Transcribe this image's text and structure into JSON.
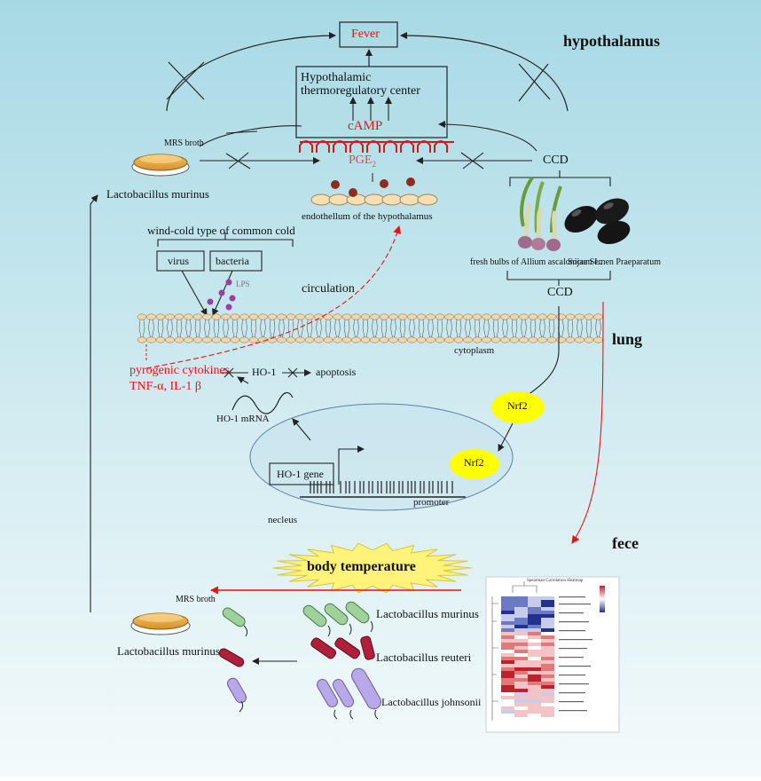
{
  "regions": {
    "hypothalamus": "hypothalamus",
    "lung": "lung",
    "fece": "fece"
  },
  "hypothalamus": {
    "fever": "Fever",
    "center_line1": "Hypothalamic",
    "center_line2": "thermoregulatory center",
    "camp": "cAMP",
    "pge_base": "PGE",
    "pge_sub": "2",
    "endothelium": "endothellum of the hypothalamus",
    "mrs_broth": "MRS broth",
    "lactobacillus": "Lactobacillus murinus",
    "ccd": "CCD"
  },
  "herbs": {
    "allium": "fresh bulbs of Allium ascalonicum L.",
    "sojae": "Sojae Semen Praeparatum",
    "ccd": "CCD"
  },
  "cold": {
    "title": "wind-cold type of common cold",
    "virus": "virus",
    "bacteria": "bacteria",
    "lps": "LPS"
  },
  "lung": {
    "circulation": "circulation",
    "cytoplasm": "cytoplasm",
    "pyrogenic": "pyrogenic cytokines",
    "cytokines": "TNF-α, IL-1 β",
    "ho1": "HO-1",
    "apoptosis": "apoptosis",
    "ho1_mrna": "HO-1 mRNA",
    "nrf2_a": "Nrf2",
    "nrf2_b": "Nrf2",
    "ho1_gene": "HO-1 gene",
    "promoter": "promoter",
    "nucleus": "necleus"
  },
  "fece": {
    "body_temp": "body temperature",
    "mrs_broth": "MRS broth",
    "lactobacillus": "Lactobacillus murinus",
    "species": [
      "Lactobacillus murinus",
      "Lactobacillus reuteri",
      "Lactobacillus johnsonii"
    ],
    "heatmap_title": "Spearman Correlation Heatmap"
  },
  "colors": {
    "background_top": "#a8dbe6",
    "background_bottom": "#f1f9fa",
    "accent_red": "#e11111",
    "nrf2": "#ffff00",
    "murinus": "#9fd29a",
    "reuteri": "#b0203a",
    "johnsonii": "#b9a8e8"
  }
}
